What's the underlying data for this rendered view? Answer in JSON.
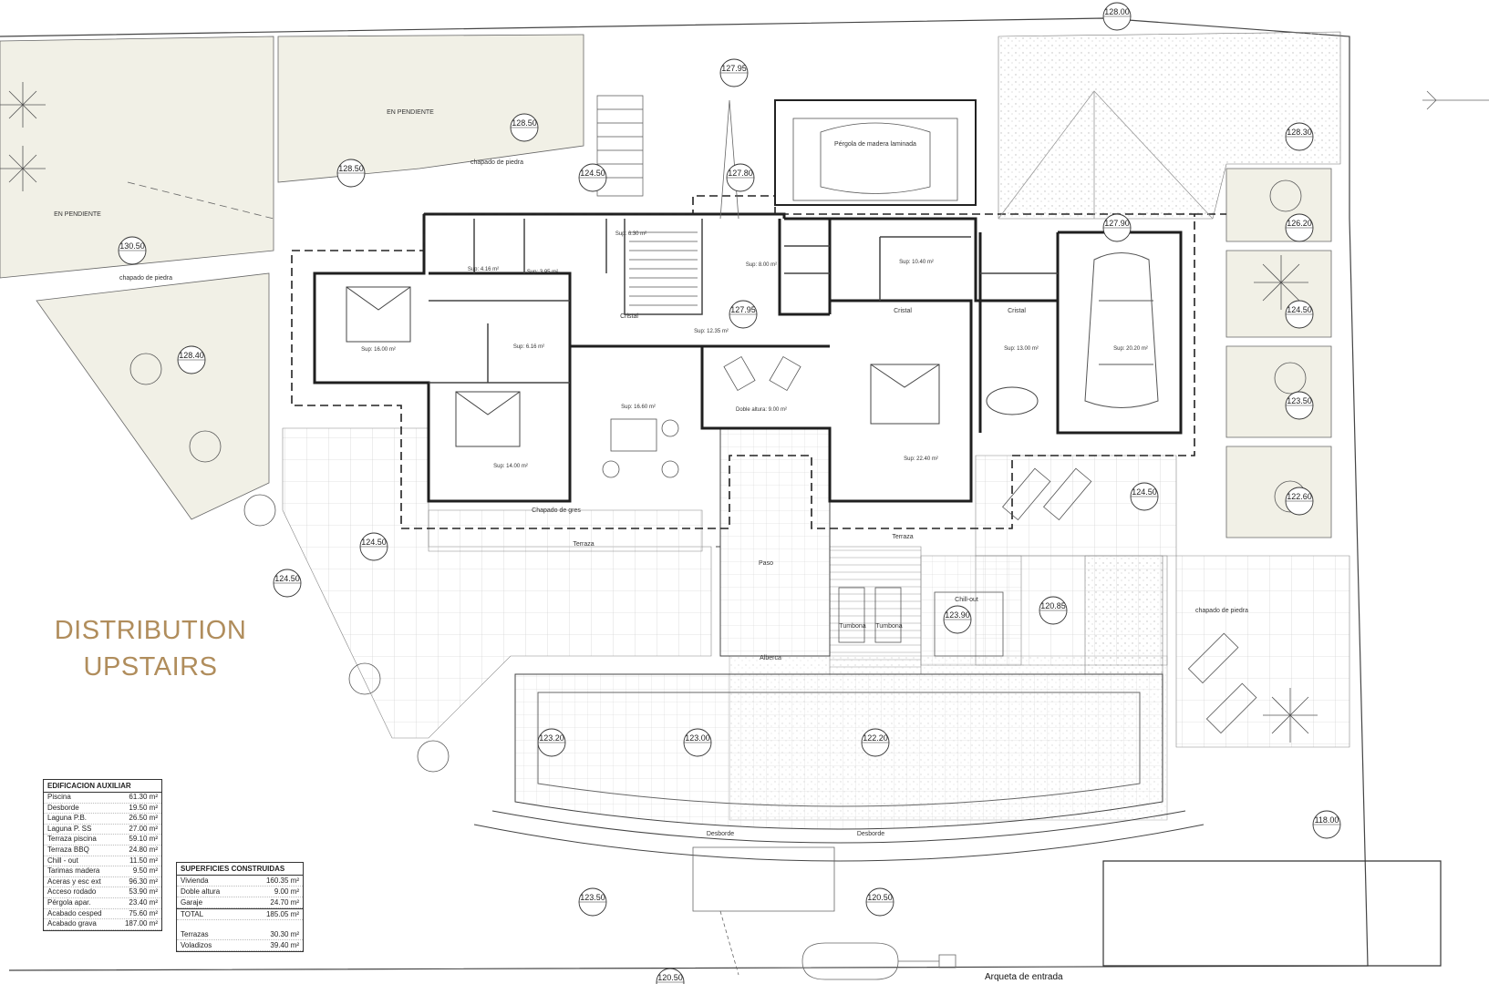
{
  "title": {
    "line1": "DISTRIBUTION",
    "line2": "UPSTAIRS"
  },
  "levels": [
    "128.00",
    "127.95",
    "128.50",
    "128.50",
    "124.50",
    "127.80",
    "128.30",
    "127.90",
    "126.20",
    "130.50",
    "124.50",
    "128.40",
    "127.95",
    "123.50",
    "122.60",
    "124.50",
    "124.50",
    "124.50",
    "123.90",
    "120.85",
    "123.20",
    "123.00",
    "122.20",
    "118.00",
    "123.50",
    "120.50",
    "120.50"
  ],
  "room_labels": [
    "Sup: 4.16 m²",
    "Sup: 3.95 m²",
    "Sup: 6.30 m²",
    "Sup: 8.00 m²",
    "Sup: 10.40 m²",
    "Sup: 16.00 m²",
    "Sup: 6.16 m²",
    "Sup: 12.35 m²",
    "Sup: 13.00 m²",
    "Sup: 20.20 m²",
    "Sup: 16.60 m²",
    "Doble altura: 9.00 m²",
    "Sup: 14.00 m²",
    "Sup: 22.40 m²"
  ],
  "plan_labels": [
    "EN PENDIENTE",
    "EN PENDIENTE",
    "chapado de piedra",
    "chapado de piedra",
    "Pérgola de madera laminada",
    "Cristal",
    "Cristal",
    "Cristal",
    "Chapado de gres",
    "Terraza",
    "Terraza",
    "Paso",
    "Tumbona",
    "Tumbona",
    "Chill-out",
    "Alberca",
    "Desborde",
    "Desborde",
    "chapado de piedra"
  ],
  "arqueta": "Arqueta de entrada",
  "aux_table": {
    "header": "EDIFICACION AUXILIAR",
    "rows": [
      {
        "k": "Piscina",
        "v": "61.30 m²"
      },
      {
        "k": "Desborde",
        "v": "19.50 m²"
      },
      {
        "k": "Laguna P.B.",
        "v": "26.50 m²"
      },
      {
        "k": "Laguna P. SS",
        "v": "27.00 m²"
      },
      {
        "k": "Terraza piscina",
        "v": "59.10 m²"
      },
      {
        "k": "Terraza BBQ",
        "v": "24.80 m²"
      },
      {
        "k": "Chill - out",
        "v": "11.50 m²"
      },
      {
        "k": "Tarimas madera",
        "v": "9.50 m²"
      },
      {
        "k": "Aceras y esc ext",
        "v": "96.30 m²"
      },
      {
        "k": "Acceso rodado",
        "v": "53.90 m²"
      },
      {
        "k": "Pérgola apar.",
        "v": "23.40 m²"
      },
      {
        "k": "Acabado cesped",
        "v": "75.60 m²"
      },
      {
        "k": "Acabado grava",
        "v": "187.00 m²"
      }
    ]
  },
  "sup_table": {
    "header": "SUPERFICIES CONSTRUIDAS",
    "rows": [
      {
        "k": "Vivienda",
        "v": "160.35 m²"
      },
      {
        "k": "Doble altura",
        "v": "9.00 m²"
      },
      {
        "k": "Garaje",
        "v": "24.70 m²"
      }
    ],
    "total": {
      "k": "TOTAL",
      "v": "185.05 m²"
    },
    "extra": [
      {
        "k": "Terrazas",
        "v": "30.30 m²"
      },
      {
        "k": "Voladizos",
        "v": "39.40 m²"
      }
    ]
  },
  "colors": {
    "title": "#b08d5c",
    "lawn": "#f1f0e6",
    "line": "#2a2a2a"
  }
}
